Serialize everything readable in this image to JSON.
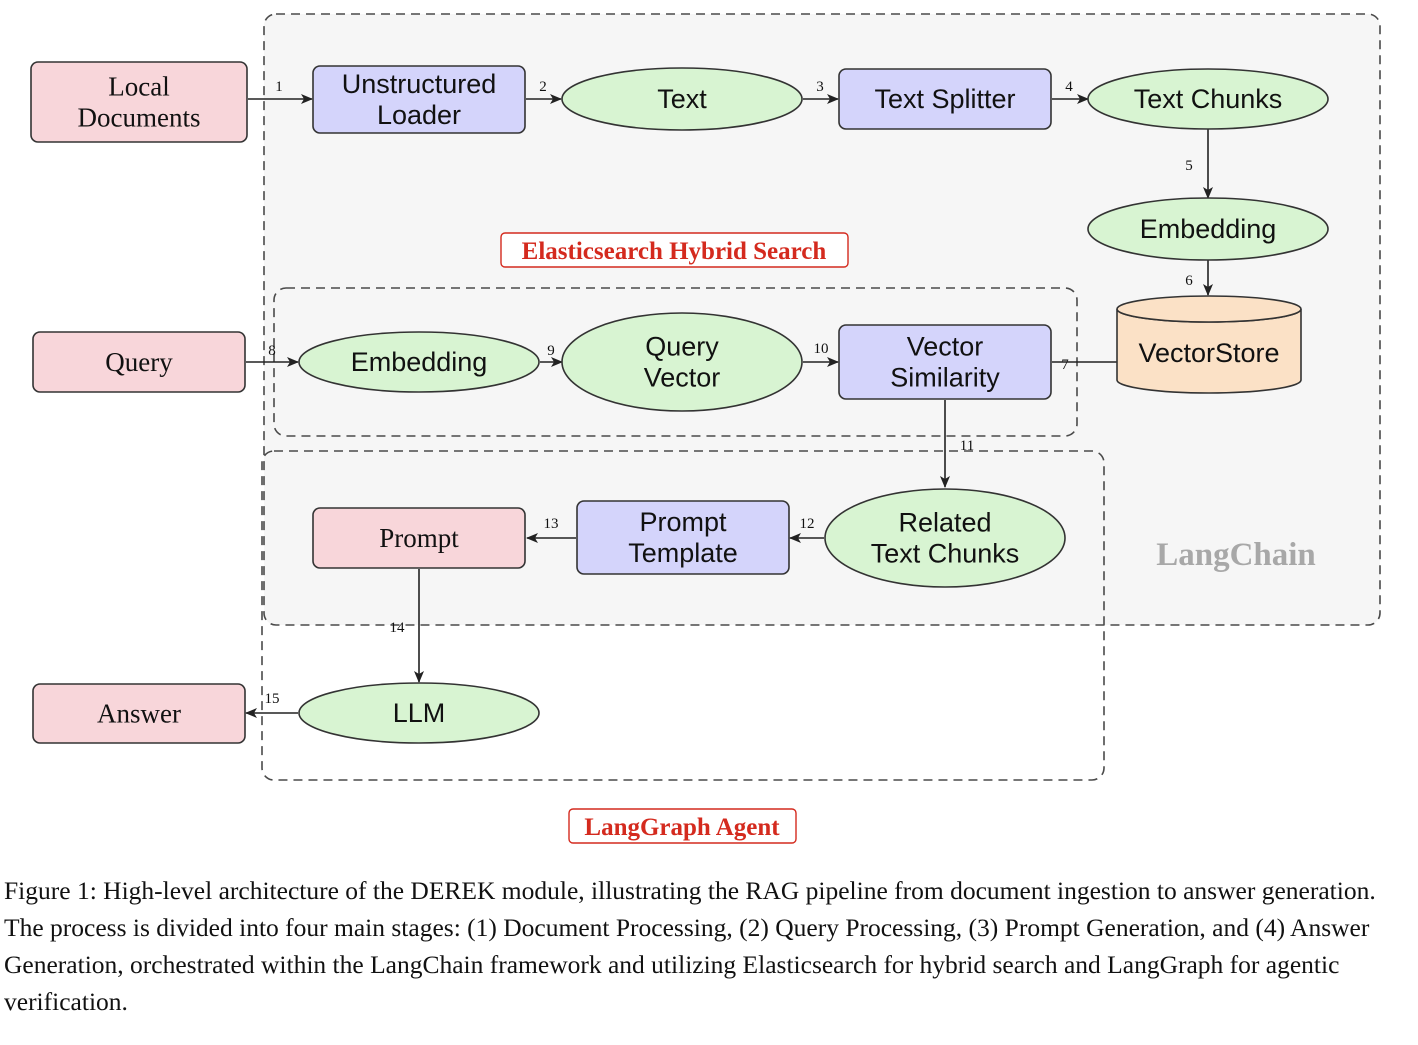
{
  "nodes": {
    "local_documents": [
      "Local",
      "Documents"
    ],
    "unstructured_loader": [
      "Unstructured",
      "Loader"
    ],
    "text": [
      "Text"
    ],
    "text_splitter": [
      "Text Splitter"
    ],
    "text_chunks": [
      "Text Chunks"
    ],
    "embedding_doc": [
      "Embedding"
    ],
    "vectorstore": [
      "VectorStore"
    ],
    "query": [
      "Query"
    ],
    "embedding_query": [
      "Embedding"
    ],
    "query_vector": [
      "Query",
      "Vector"
    ],
    "vector_similarity": [
      "Vector",
      "Similarity"
    ],
    "related_text_chunks": [
      "Related",
      "Text Chunks"
    ],
    "prompt_template": [
      "Prompt",
      "Template"
    ],
    "prompt": [
      "Prompt"
    ],
    "llm": [
      "LLM"
    ],
    "answer": [
      "Answer"
    ]
  },
  "steps": [
    "1",
    "2",
    "3",
    "4",
    "5",
    "6",
    "7",
    "8",
    "9",
    "10",
    "11",
    "12",
    "13",
    "14",
    "15"
  ],
  "regions": {
    "elasticsearch": "Elasticsearch Hybrid Search",
    "langchain": "LangChain",
    "langgraph": "LangGraph Agent"
  },
  "caption": "Figure 1: High-level architecture of the DEREK module, illustrating the RAG pipeline from document ingestion to answer generation. The process is divided into four main stages: (1) Document Processing, (2) Query Processing, (3) Prompt Generation, and (4) Answer Generation, orchestrated within the LangChain framework and utilizing Elasticsearch for hybrid search and LangGraph for agentic verification.",
  "colors": {
    "io_fill": "#f8d6da",
    "process_fill": "#d4d4fb",
    "data_fill": "#d8f4d2",
    "store_fill": "#fbe1c6",
    "region_label": "#d42a1e",
    "langchain_label": "#a8a8a8",
    "langchain_bg": "#f6f6f6"
  }
}
